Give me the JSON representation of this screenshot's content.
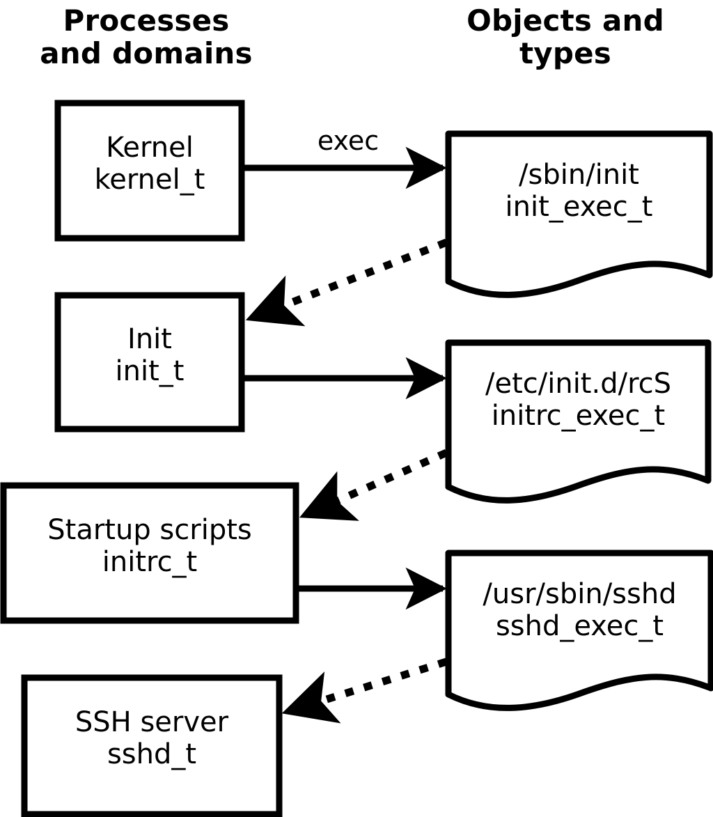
{
  "diagram": {
    "title_columns": {
      "left": "Processes\nand domains",
      "right": "Objects and\ntypes"
    },
    "process_nodes": [
      {
        "id": "kernel",
        "label": "Kernel\nkernel_t",
        "shape": "rectangle"
      },
      {
        "id": "init",
        "label": "Init\ninit_t",
        "shape": "rectangle"
      },
      {
        "id": "initrc",
        "label": "Startup scripts\ninitrc_t",
        "shape": "rectangle"
      },
      {
        "id": "sshd",
        "label": "SSH server\nsshd_t",
        "shape": "rectangle"
      }
    ],
    "object_nodes": [
      {
        "id": "init_exec",
        "label": "/sbin/init\ninit_exec_t",
        "shape": "document"
      },
      {
        "id": "initrc_exec",
        "label": "/etc/init.d/rcS\ninitrc_exec_t",
        "shape": "document"
      },
      {
        "id": "sshd_exec",
        "label": "/usr/sbin/sshd\nsshd_exec_t",
        "shape": "document"
      }
    ],
    "edges": [
      {
        "id": "kernel-exec-init_exec",
        "from": "kernel",
        "to": "init_exec",
        "style": "solid",
        "label": "exec"
      },
      {
        "id": "init_exec-transition-init",
        "from": "init_exec",
        "to": "init",
        "style": "dotted",
        "label": ""
      },
      {
        "id": "init-exec-initrc_exec",
        "from": "init",
        "to": "initrc_exec",
        "style": "solid",
        "label": ""
      },
      {
        "id": "initrc_exec-transition-initrc",
        "from": "initrc_exec",
        "to": "initrc",
        "style": "dotted",
        "label": ""
      },
      {
        "id": "initrc-exec-sshd_exec",
        "from": "initrc",
        "to": "sshd_exec",
        "style": "solid",
        "label": ""
      },
      {
        "id": "sshd_exec-transition-sshd",
        "from": "sshd_exec",
        "to": "sshd",
        "style": "dotted",
        "label": ""
      }
    ],
    "colors": {
      "stroke": "#000000",
      "fill": "#ffffff",
      "text": "#000000"
    }
  }
}
